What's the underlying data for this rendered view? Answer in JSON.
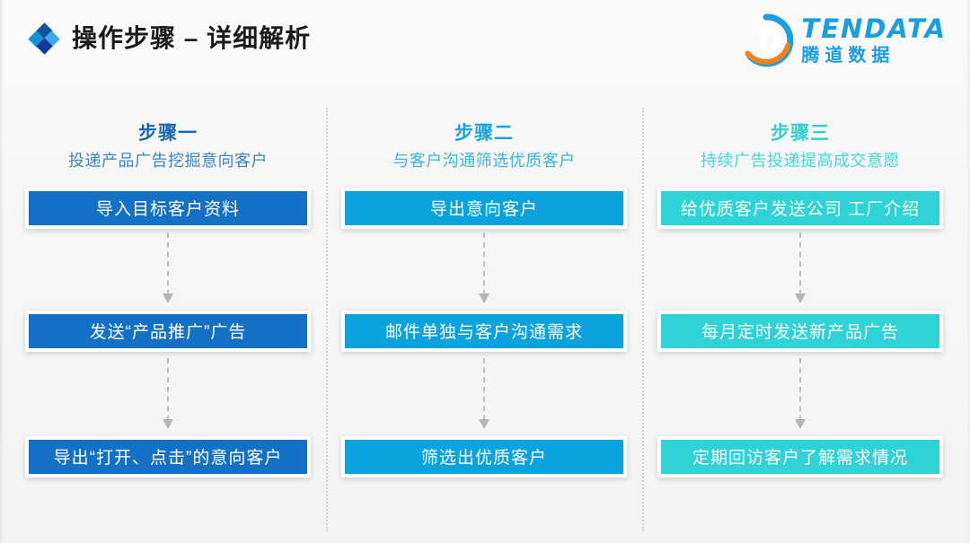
{
  "header": {
    "title": "操作步骤 – 详细解析",
    "bullet_icon": "diamond-icon",
    "logo": {
      "mark": "tendata-d-logo-icon",
      "name_en": "TENDATA",
      "name_cn": "腾道数据",
      "brand_blue": "#1a9ee0",
      "brand_orange": "#f08020"
    }
  },
  "colors": {
    "step1": "#1470c4",
    "step2": "#0aa3dd",
    "step3": "#2ed2d7",
    "background": "#f7f7f7",
    "divider": "#d3d3d3",
    "connector": "#c0c0c0"
  },
  "columns": [
    {
      "step_label": "步骤一",
      "subtitle": "投递产品广告挖掘意向客户",
      "accent": "#1470c4",
      "boxes": [
        "导入目标客户资料",
        "发送“产品推广”广告",
        "导出“打开、点击”的意向客户"
      ]
    },
    {
      "step_label": "步骤二",
      "subtitle": "与客户沟通筛选优质客户",
      "accent": "#0aa3dd",
      "boxes": [
        "导出意向客户",
        "邮件单独与客户沟通需求",
        "筛选出优质客户"
      ]
    },
    {
      "step_label": "步骤三",
      "subtitle": "持续广告投递提高成交意愿",
      "accent": "#2ed2d7",
      "boxes": [
        "给优质客户发送公司 工厂介绍",
        "每月定时发送新产品广告",
        "定期回访客户了解需求情况"
      ]
    }
  ]
}
